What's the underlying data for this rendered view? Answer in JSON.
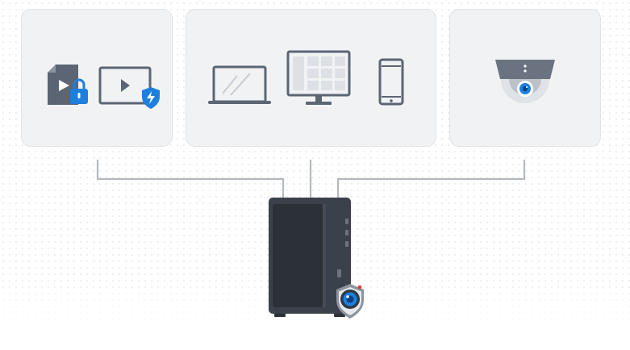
{
  "diagram": {
    "panels": [
      {
        "id": "protected-media",
        "icons": [
          "protected-video-file-icon",
          "video-player-shield-icon"
        ]
      },
      {
        "id": "client-devices",
        "icons": [
          "laptop-icon",
          "monitor-icon",
          "smartphone-icon"
        ]
      },
      {
        "id": "cameras",
        "icons": [
          "dome-camera-icon"
        ]
      }
    ],
    "hub": {
      "icon": "nas-server-icon",
      "badge": "surveillance-camera-badge-icon"
    },
    "colors": {
      "panel_bg": "#f1f2f4",
      "icon_gray": "#5c6573",
      "accent_blue": "#1e7fdc",
      "connector": "#b4b8be",
      "nas_body": "#3b414a"
    }
  }
}
